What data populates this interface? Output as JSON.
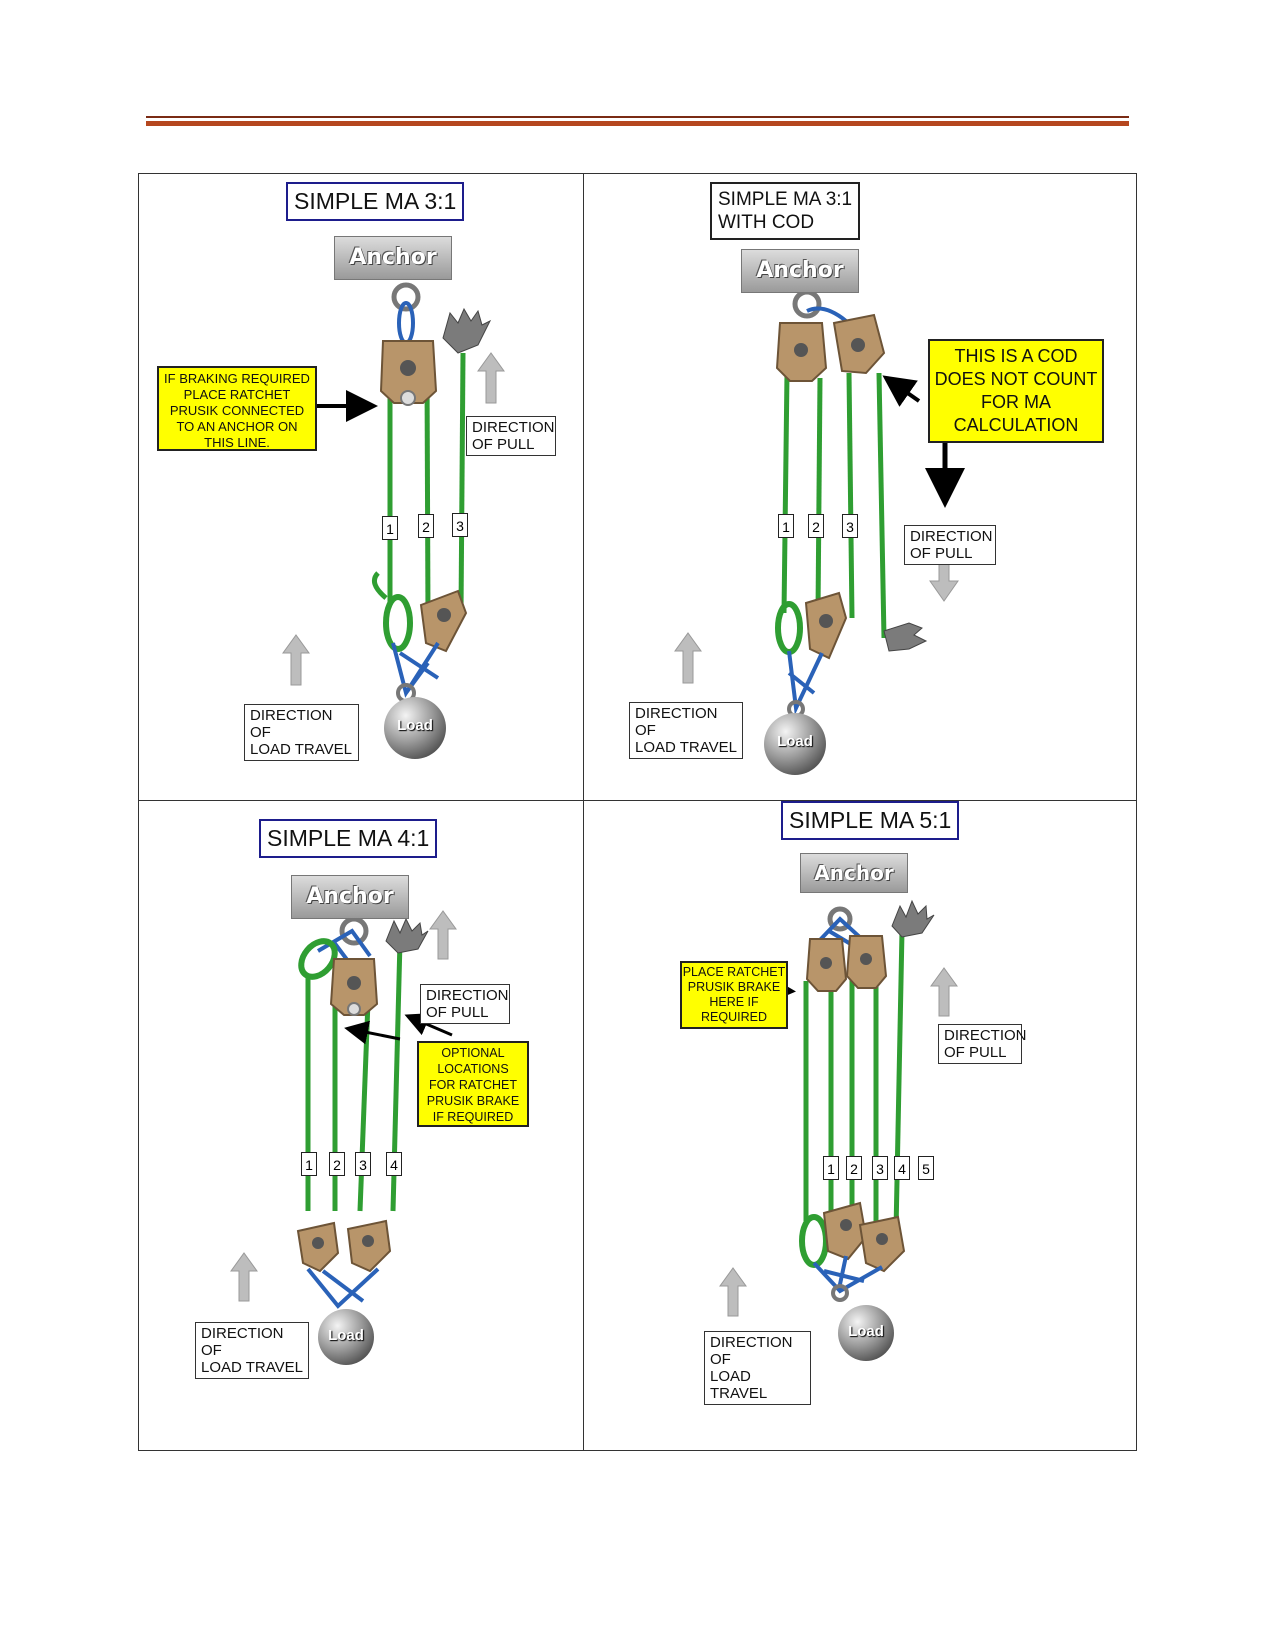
{
  "panels": [
    {
      "title": "SIMPLE MA 3:1",
      "anchor": "Anchor",
      "load": "Load",
      "note": "IF BRAKING REQUIRED\nPLACE  RATCHET\nPRUSIK CONNECTED\nTO AN ANCHOR ON\nTHIS LINE.",
      "pull": "DIRECTION\nOF PULL",
      "travel": "DIRECTION OF\nLOAD TRAVEL",
      "numbers": [
        "1",
        "2",
        "3"
      ]
    },
    {
      "title": "SIMPLE MA 3:1\nWITH COD",
      "anchor": "Anchor",
      "load": "Load",
      "note": "THIS IS A COD\nDOES NOT COUNT\nFOR MA\nCALCULATION",
      "pull": "DIRECTION\nOF PULL",
      "travel": "DIRECTION OF\nLOAD TRAVEL",
      "numbers": [
        "1",
        "2",
        "3"
      ]
    },
    {
      "title": "SIMPLE MA 4:1",
      "anchor": "Anchor",
      "load": "Load",
      "note": "OPTIONAL\nLOCATIONS\nFOR RATCHET\nPRUSIK BRAKE\nIF REQUIRED",
      "pull": "DIRECTION\nOF PULL",
      "travel": "DIRECTION OF\nLOAD TRAVEL",
      "numbers": [
        "1",
        "2",
        "3",
        "4"
      ]
    },
    {
      "title": "SIMPLE MA 5:1",
      "anchor": "Anchor",
      "load": "Load",
      "note": "PLACE RATCHET\nPRUSIK BRAKE\nHERE IF\nREQUIRED",
      "pull": "DIRECTION\nOF PULL",
      "travel": "DIRECTION OF\nLOAD TRAVEL",
      "numbers": [
        "1",
        "2",
        "3",
        "4",
        "5"
      ]
    }
  ],
  "colors": {
    "rope": "#2f9e32",
    "sling": "#2a62b8",
    "pulley": "#b8956a",
    "note_fill": "#ffff00",
    "title_border": "#1d1d8c",
    "header_rule": "#b5471f"
  }
}
